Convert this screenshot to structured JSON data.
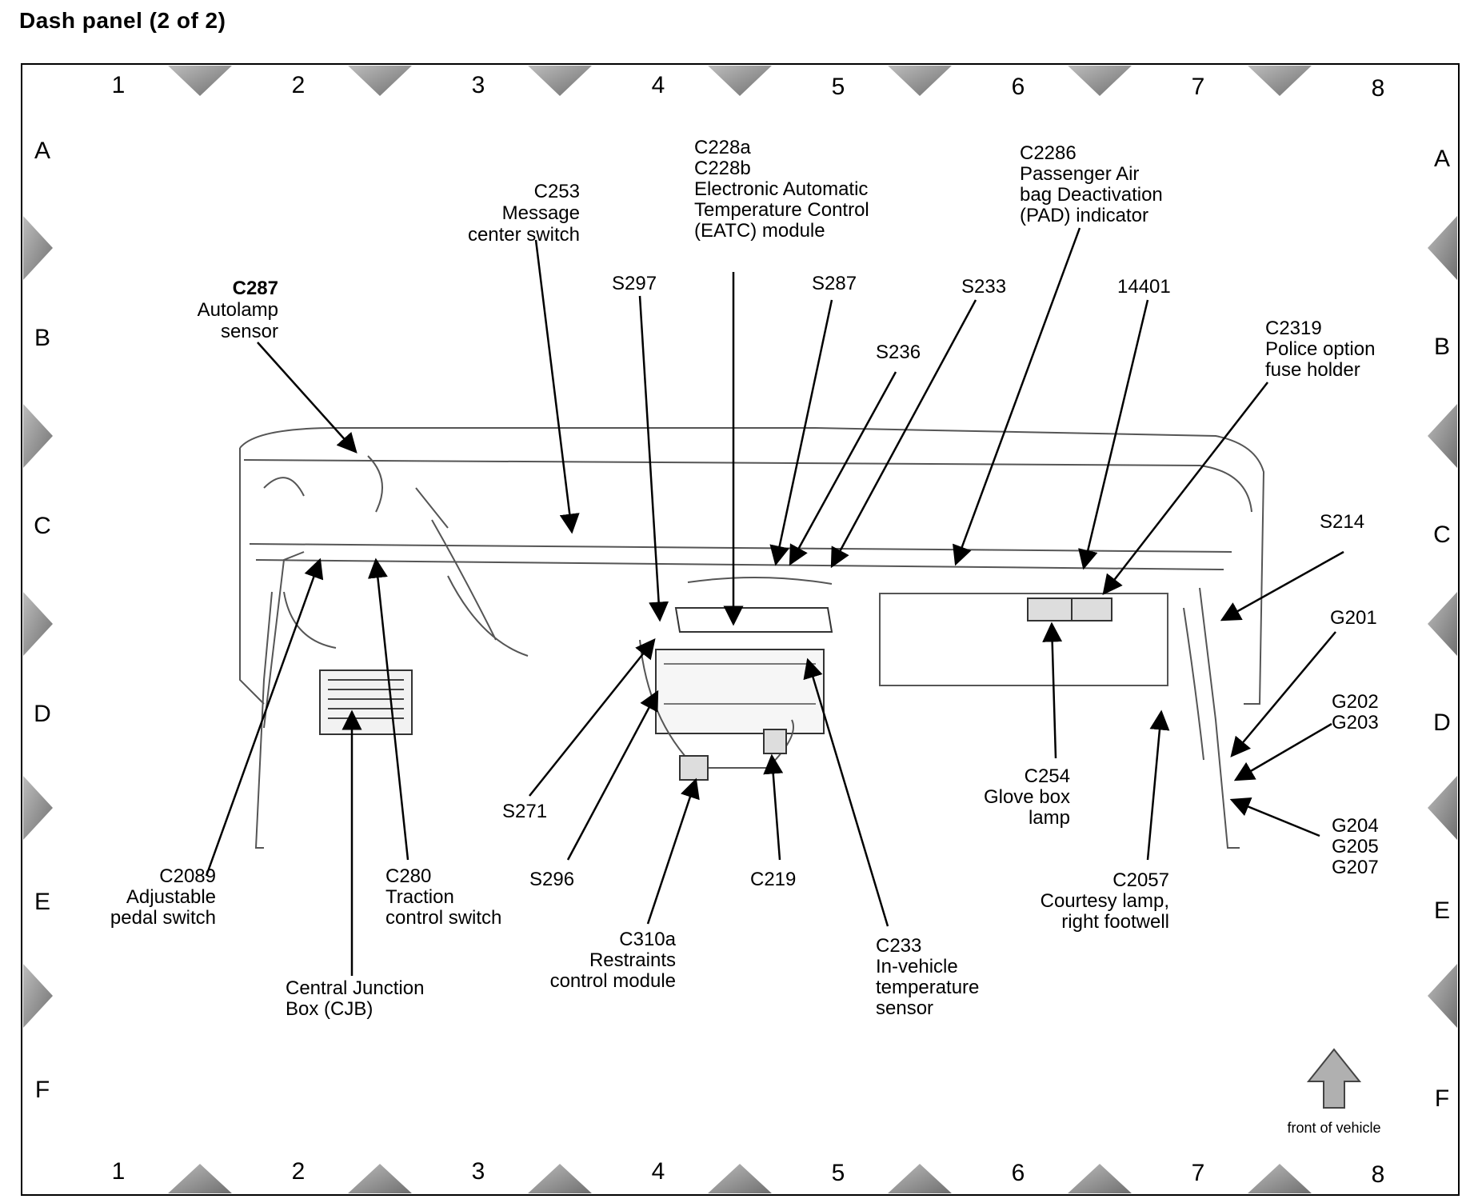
{
  "title": "Dash panel (2 of 2)",
  "grid": {
    "columns": [
      "1",
      "2",
      "3",
      "4",
      "5",
      "6",
      "7",
      "8"
    ],
    "rows": [
      "A",
      "B",
      "C",
      "D",
      "E",
      "F"
    ]
  },
  "callouts": {
    "c287": [
      "C287",
      "Autolamp",
      "sensor"
    ],
    "c253": [
      "C253",
      "Message",
      "center switch"
    ],
    "c228": [
      "C228a",
      "C228b",
      "Electronic Automatic",
      "Temperature Control",
      "(EATC) module"
    ],
    "c2286": [
      "C2286",
      "Passenger Air",
      "bag Deactivation",
      "(PAD) indicator"
    ],
    "s297": [
      "S297"
    ],
    "s287": [
      "S287"
    ],
    "s233": [
      "S233"
    ],
    "p14401": [
      "14401"
    ],
    "s236": [
      "S236"
    ],
    "c2319": [
      "C2319",
      "Police option",
      "fuse holder"
    ],
    "s214": [
      "S214"
    ],
    "g201": [
      "G201"
    ],
    "g202": [
      "G202",
      "G203"
    ],
    "g204": [
      "G204",
      "G205",
      "G207"
    ],
    "c254": [
      "C254",
      "Glove box",
      "lamp"
    ],
    "c2057": [
      "C2057",
      "Courtesy lamp,",
      "right footwell"
    ],
    "c233": [
      "C233",
      "In-vehicle",
      "temperature",
      "sensor"
    ],
    "c219": [
      "C219"
    ],
    "c310a": [
      "C310a",
      "Restraints",
      "control module"
    ],
    "s296": [
      "S296"
    ],
    "s271": [
      "S271"
    ],
    "c280": [
      "C280",
      "Traction",
      "control switch"
    ],
    "c2089": [
      "C2089",
      "Adjustable",
      "pedal switch"
    ],
    "cjb": [
      "Central Junction",
      "Box (CJB)"
    ]
  },
  "front_label": "front of vehicle",
  "colors": {
    "line": "#000000",
    "marker": "#8a8a8a",
    "drawing": "#555555",
    "arrow": "#9a9a9a"
  }
}
